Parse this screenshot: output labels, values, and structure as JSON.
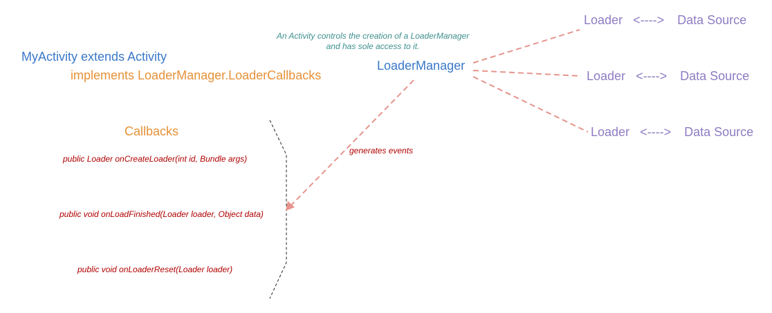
{
  "activity": {
    "line1": "MyActivity extends Activity",
    "line2": "implements LoaderManager.LoaderCallbacks"
  },
  "callbacks": {
    "title": "Callbacks",
    "methods": [
      "public Loader onCreateLoader(int id, Bundle args)",
      "public void onLoadFinished(Loader loader, Object data)",
      "public void onLoaderReset(Loader loader)"
    ]
  },
  "manager": {
    "label": "LoaderManager",
    "note_line1": "An Activity controls the creation of a LoaderManager",
    "note_line2": "and has sole access to it.",
    "events_label": "generates events"
  },
  "loaders": [
    {
      "loader": "Loader",
      "arrow": "<---->",
      "source": "Data Source"
    },
    {
      "loader": "Loader",
      "arrow": "<---->",
      "source": "Data Source"
    },
    {
      "loader": "Loader",
      "arrow": "<---->",
      "source": "Data Source"
    }
  ],
  "colors": {
    "blue": "#3a78c9",
    "orange": "#e69138",
    "purple": "#8e7cc3",
    "method_red": "#b00000",
    "note_teal": "#3f8f8f",
    "connector_pink": "#e6948c"
  }
}
